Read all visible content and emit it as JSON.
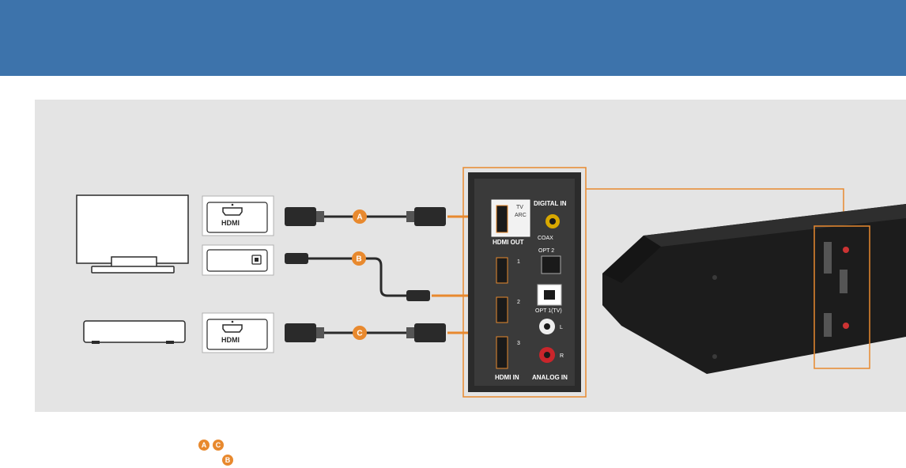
{
  "colors": {
    "header": "#3d73ab",
    "panel_bg": "#e4e4e4",
    "accent_orange": "#e8892e",
    "cable": "#2a2a2a",
    "soundbar": "#1c1c1c"
  },
  "ports": {
    "hdmi_logo": "HDMI",
    "hdmi_out": "HDMI OUT",
    "tv_arc": "TV",
    "arc": "ARC",
    "digital_in": "DIGITAL IN",
    "coax": "COAX",
    "opt2": "OPT 2",
    "opt1": "OPT 1(TV)",
    "hdmi_in": "HDMI IN",
    "analog_in": "ANALOG IN",
    "port_1": "1",
    "port_2": "2",
    "port_3": "3",
    "l": "L",
    "r": "R"
  },
  "badges": {
    "a": "A",
    "b": "B",
    "c": "C"
  },
  "legend": {
    "row1": [
      "A",
      "C"
    ],
    "row2": [
      "B"
    ]
  },
  "icons": [
    "tv-icon",
    "player-icon",
    "hdmi-port-icon",
    "optical-port-icon",
    "soundbar-image"
  ]
}
